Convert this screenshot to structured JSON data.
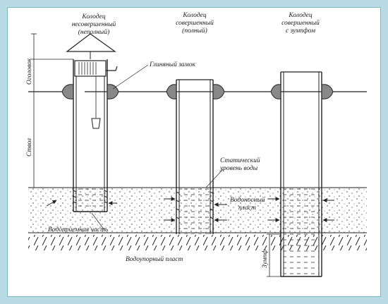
{
  "wells": [
    {
      "title_line1": "Колодец",
      "title_line2": "несовершенный",
      "title_line3": "(неполный)"
    },
    {
      "title_line1": "Колодец",
      "title_line2": "совершенный",
      "title_line3": "(полный)"
    },
    {
      "title_line1": "Колодец",
      "title_line2": "совершенный",
      "title_line3": "с зумпфом"
    }
  ],
  "labels": {
    "clay_lock": "Глиняный замок",
    "static_level_line1": "Статический",
    "static_level_line2": "уровень воды",
    "aquifer_line1": "Водоносный",
    "aquifer_line2": "пласт",
    "intake_part": "Водоприемная часть",
    "impermeable_layer": "Водоупорный пласт",
    "head": "Оголовок",
    "shaft": "Ствол",
    "sump": "Зумпф"
  },
  "colors": {
    "frame": "#b9dbe4",
    "line": "#1a1a1a"
  }
}
